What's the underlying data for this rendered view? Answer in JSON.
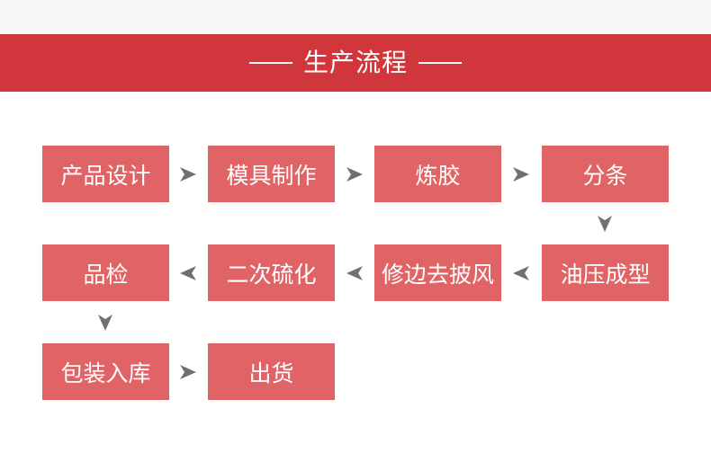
{
  "header": {
    "title": "生产流程"
  },
  "steps": [
    "产品设计",
    "模具制作",
    "炼胶",
    "分条",
    "油压成型",
    "修边去披风",
    "二次硫化",
    "品检",
    "包装入库",
    "出货"
  ],
  "colors": {
    "banner": "#d2363d",
    "step_box": "#e06366",
    "arrow": "#707070",
    "top_strip": "#f7f7f7"
  },
  "icons": {
    "arrow": "arrowhead-icon"
  }
}
